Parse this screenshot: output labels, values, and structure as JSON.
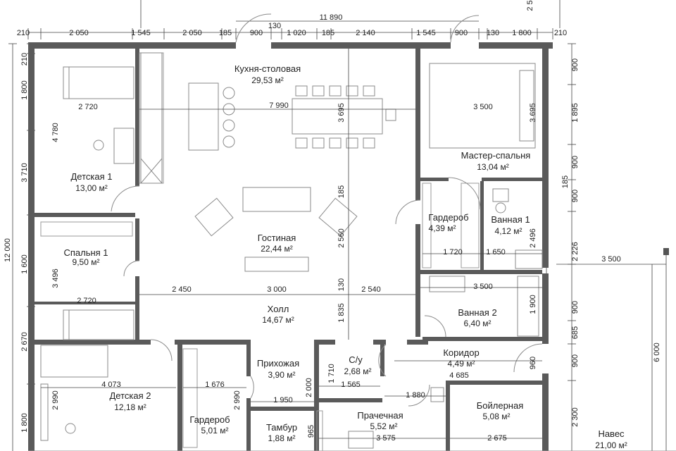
{
  "overall": {
    "width_total": "11 890",
    "height_total": "12 000",
    "terrace_depth": "6 000",
    "top_edge": "2 5"
  },
  "rooms": [
    {
      "id": "kitchen",
      "name": "Кухня-столовая",
      "area": "29,53 м²"
    },
    {
      "id": "child1",
      "name": "Детская 1",
      "area": "13,00 м²"
    },
    {
      "id": "master",
      "name": "Мастер-спальня",
      "area": "13,04 м²"
    },
    {
      "id": "wardrobe1",
      "name": "Гардероб",
      "area": "4,39 м²"
    },
    {
      "id": "bath1",
      "name": "Ванная 1",
      "area": "4,12 м²"
    },
    {
      "id": "living",
      "name": "Гостиная",
      "area": "22,44 м²"
    },
    {
      "id": "bedroom1",
      "name": "Спальня 1",
      "area": "9,50 м²"
    },
    {
      "id": "hall",
      "name": "Холл",
      "area": "14,67 м²"
    },
    {
      "id": "bath2",
      "name": "Ванная 2",
      "area": "6,40 м²"
    },
    {
      "id": "corridor",
      "name": "Коридор",
      "area": "4,49 м²"
    },
    {
      "id": "entry",
      "name": "Прихожая",
      "area": "3,90 м²"
    },
    {
      "id": "wc",
      "name": "С/у",
      "area": "2,68 м²"
    },
    {
      "id": "child2",
      "name": "Детская 2",
      "area": "12,18 м²"
    },
    {
      "id": "wardrobe2",
      "name": "Гардероб",
      "area": "5,01 м²"
    },
    {
      "id": "tambour",
      "name": "Тамбур",
      "area": "1,88 м²"
    },
    {
      "id": "laundry",
      "name": "Прачечная",
      "area": "5,52 м²"
    },
    {
      "id": "boiler",
      "name": "Бойлерная",
      "area": "5,08 м²"
    },
    {
      "id": "canopy",
      "name": "Навес",
      "area": "21,00 м²"
    }
  ],
  "top_dims": [
    "210",
    "2 050",
    "1 545",
    "2 050",
    "185",
    "900",
    "130",
    "1 020",
    "185",
    "2 140",
    "1 545",
    "900",
    "130",
    "1 800",
    "210"
  ],
  "left_dims": [
    "210",
    "1 800",
    "4 780",
    "3 710",
    "1 600",
    "3 496",
    "2 670",
    "2 990",
    "1 800"
  ],
  "right_dims": [
    "900",
    "1 895",
    "3 695",
    "900",
    "185",
    "900",
    "2 496",
    "2 226",
    "900",
    "1 900",
    "685",
    "900",
    "960",
    "2 300"
  ],
  "inner_dims": [
    "2 720",
    "7 990",
    "3 695",
    "3 500",
    "185",
    "2 560",
    "1 720",
    "1 650",
    "2 450",
    "3 000",
    "130",
    "2 540",
    "3 500",
    "2 720",
    "1 835",
    "4 685",
    "4 073",
    "1 676",
    "2 000",
    "1 710",
    "1 565",
    "1 880",
    "1 950",
    "2 990",
    "965",
    "3 575",
    "2 675",
    "3 500",
    "6 000"
  ]
}
